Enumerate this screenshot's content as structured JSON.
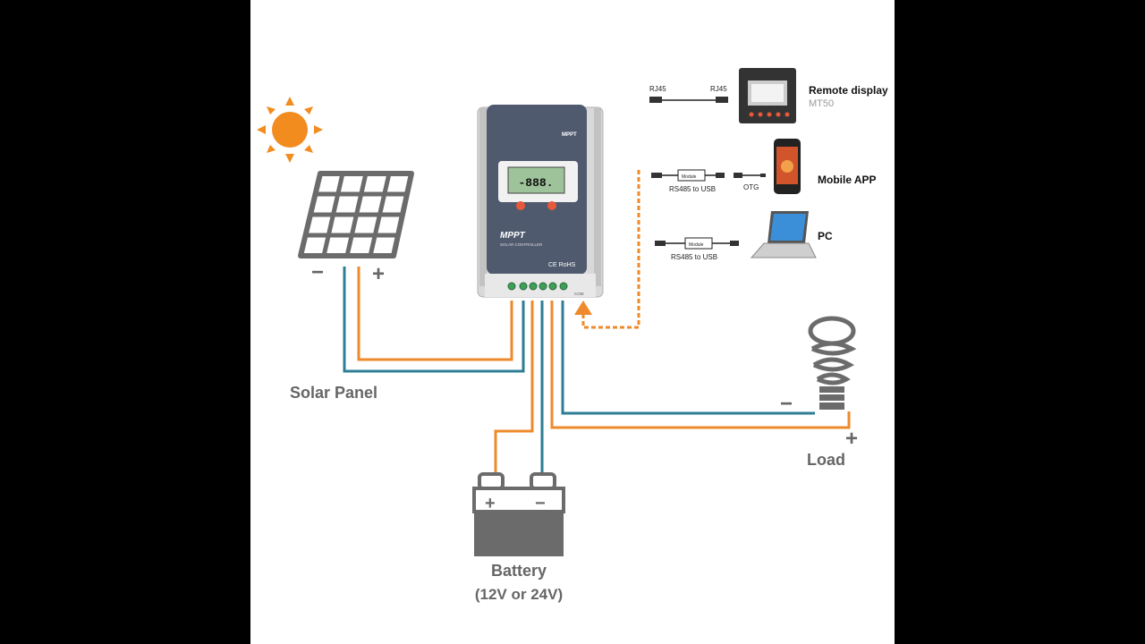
{
  "labels": {
    "solar_panel": "Solar Panel",
    "battery": "Battery",
    "battery_voltage": "(12V or 24V)",
    "load": "Load",
    "minus": "−",
    "plus": "+"
  },
  "controller": {
    "brand": "MPPT",
    "model_script": "MPPT",
    "subtitle": "SOLAR CONTROLLER",
    "cert": "CE RoHS",
    "display": "-888.",
    "com": "COM"
  },
  "accessories": {
    "rj45_left": "RJ45",
    "rj45_right": "RJ45",
    "remote_display": "Remote display",
    "remote_model": "MT50",
    "module_label_1": "Module",
    "rs485_usb_1": "RS485 to USB",
    "otg": "OTG",
    "mobile_app": "Mobile APP",
    "module_label_2": "Module",
    "rs485_usb_2": "RS485 to USB",
    "pc": "PC"
  },
  "colors": {
    "orange": "#ee8a2b",
    "blue": "#2f7d95",
    "gray": "#6b6b6b",
    "sun": "#f28c1e"
  }
}
